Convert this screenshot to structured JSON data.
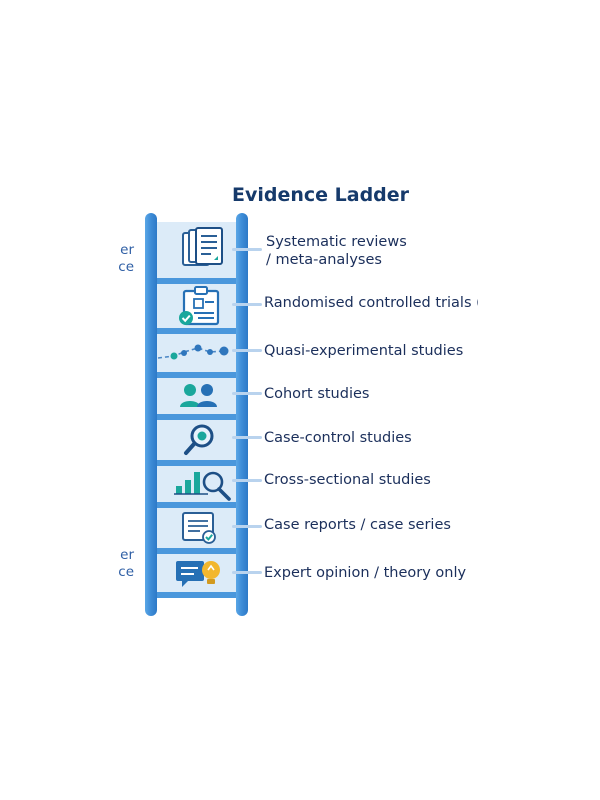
{
  "title": "Evidence Ladder",
  "edge_labels": {
    "top": [
      "er",
      "ce"
    ],
    "bottom": [
      "er",
      "ce"
    ]
  },
  "rungs": [
    {
      "label_line1": "Systematic reviews",
      "label_line2": "/ meta-analyses",
      "icon": "documents-stack-icon"
    },
    {
      "label_line1": "Randomised controlled trials (R",
      "icon": "clipboard-check-icon"
    },
    {
      "label_line1": "Quasi-experimental studies",
      "icon": "trend-line-icon"
    },
    {
      "label_line1": "Cohort studies",
      "icon": "people-group-icon"
    },
    {
      "label_line1": "Case-control studies",
      "icon": "magnifier-icon"
    },
    {
      "label_line1": "Cross-sectional studies",
      "icon": "bar-chart-magnifier-icon"
    },
    {
      "label_line1": "Case reports / case series",
      "icon": "document-check-icon"
    },
    {
      "label_line1": "Expert opinion / theory only",
      "icon": "speech-lightbulb-icon"
    }
  ],
  "colors": {
    "rail": "#3f8ed8",
    "rung_fill": "#dcebf8",
    "title": "#163a6b",
    "text": "#1b2f5b",
    "accent_teal": "#1aa79c",
    "accent_amber": "#f2b72e"
  }
}
